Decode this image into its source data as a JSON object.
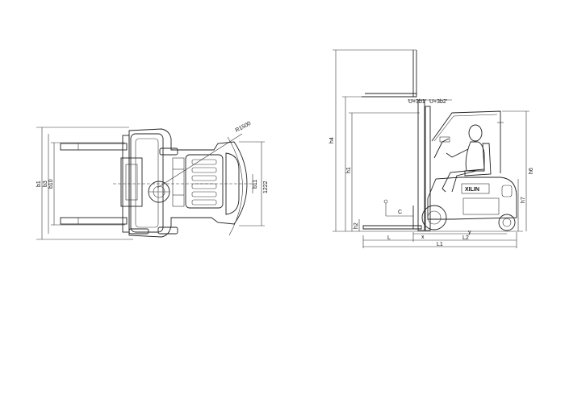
{
  "top_view": {
    "labels": {
      "b1": "b1",
      "b3": "b3",
      "b10": "b10",
      "b11": "b11",
      "width_1222": "1222",
      "radius": "R1500"
    }
  },
  "side_view": {
    "labels": {
      "h4": "h4",
      "h1": "h1",
      "h6": "h6",
      "h7": "h7",
      "h2": "h2",
      "l1": "L1",
      "l2": "L2",
      "l": "L",
      "c": "C",
      "x": "x",
      "y": "y",
      "mast_dim_1": "U+3b1'",
      "mast_dim_2": "U+3b2'",
      "logo": "XILIN"
    }
  }
}
